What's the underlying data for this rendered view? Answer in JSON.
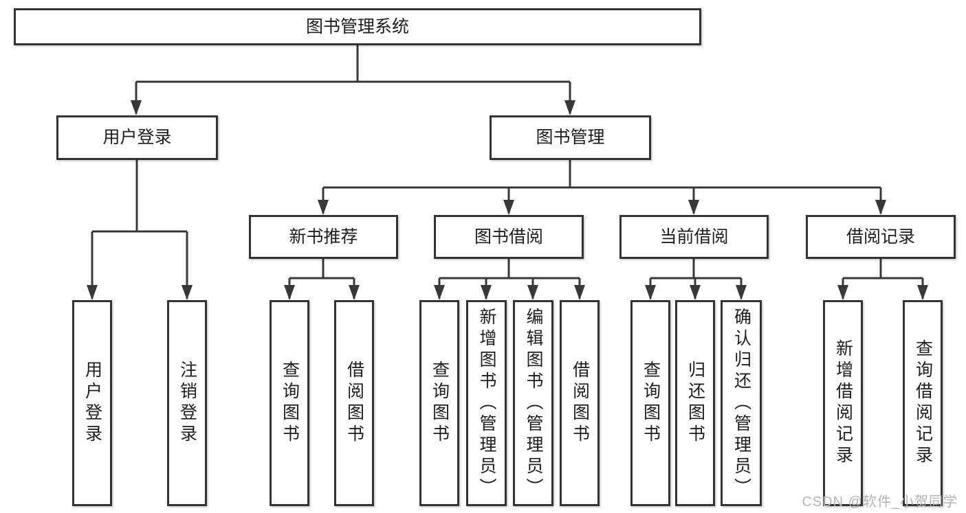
{
  "diagram": {
    "root": {
      "label": "图书管理系统"
    },
    "level2": [
      {
        "label": "用户登录",
        "children": [
          {
            "label": "用户登录"
          },
          {
            "label": "注销登录"
          }
        ]
      },
      {
        "label": "图书管理"
      }
    ],
    "level3": [
      {
        "label": "新书推荐",
        "children": [
          {
            "label": "查询图书"
          },
          {
            "label": "借阅图书"
          }
        ]
      },
      {
        "label": "图书借阅",
        "children": [
          {
            "label": "查询图书"
          },
          {
            "label": "新增图书（管理员）"
          },
          {
            "label": "编辑图书（管理员）"
          },
          {
            "label": "借阅图书"
          }
        ]
      },
      {
        "label": "当前借阅",
        "children": [
          {
            "label": "查询图书"
          },
          {
            "label": "归还图书"
          },
          {
            "label": "确认归还（管理员）"
          }
        ]
      },
      {
        "label": "借阅记录",
        "children": [
          {
            "label": "新增借阅记录"
          },
          {
            "label": "查询借阅记录"
          }
        ]
      }
    ]
  },
  "watermark": {
    "text": "CSDN @软件_小贺同学"
  },
  "colors": {
    "line": "#383838",
    "box_border": "#333333",
    "text": "#1d1d1d",
    "watermark": "#b3b3b3",
    "background": "#ffffff"
  }
}
